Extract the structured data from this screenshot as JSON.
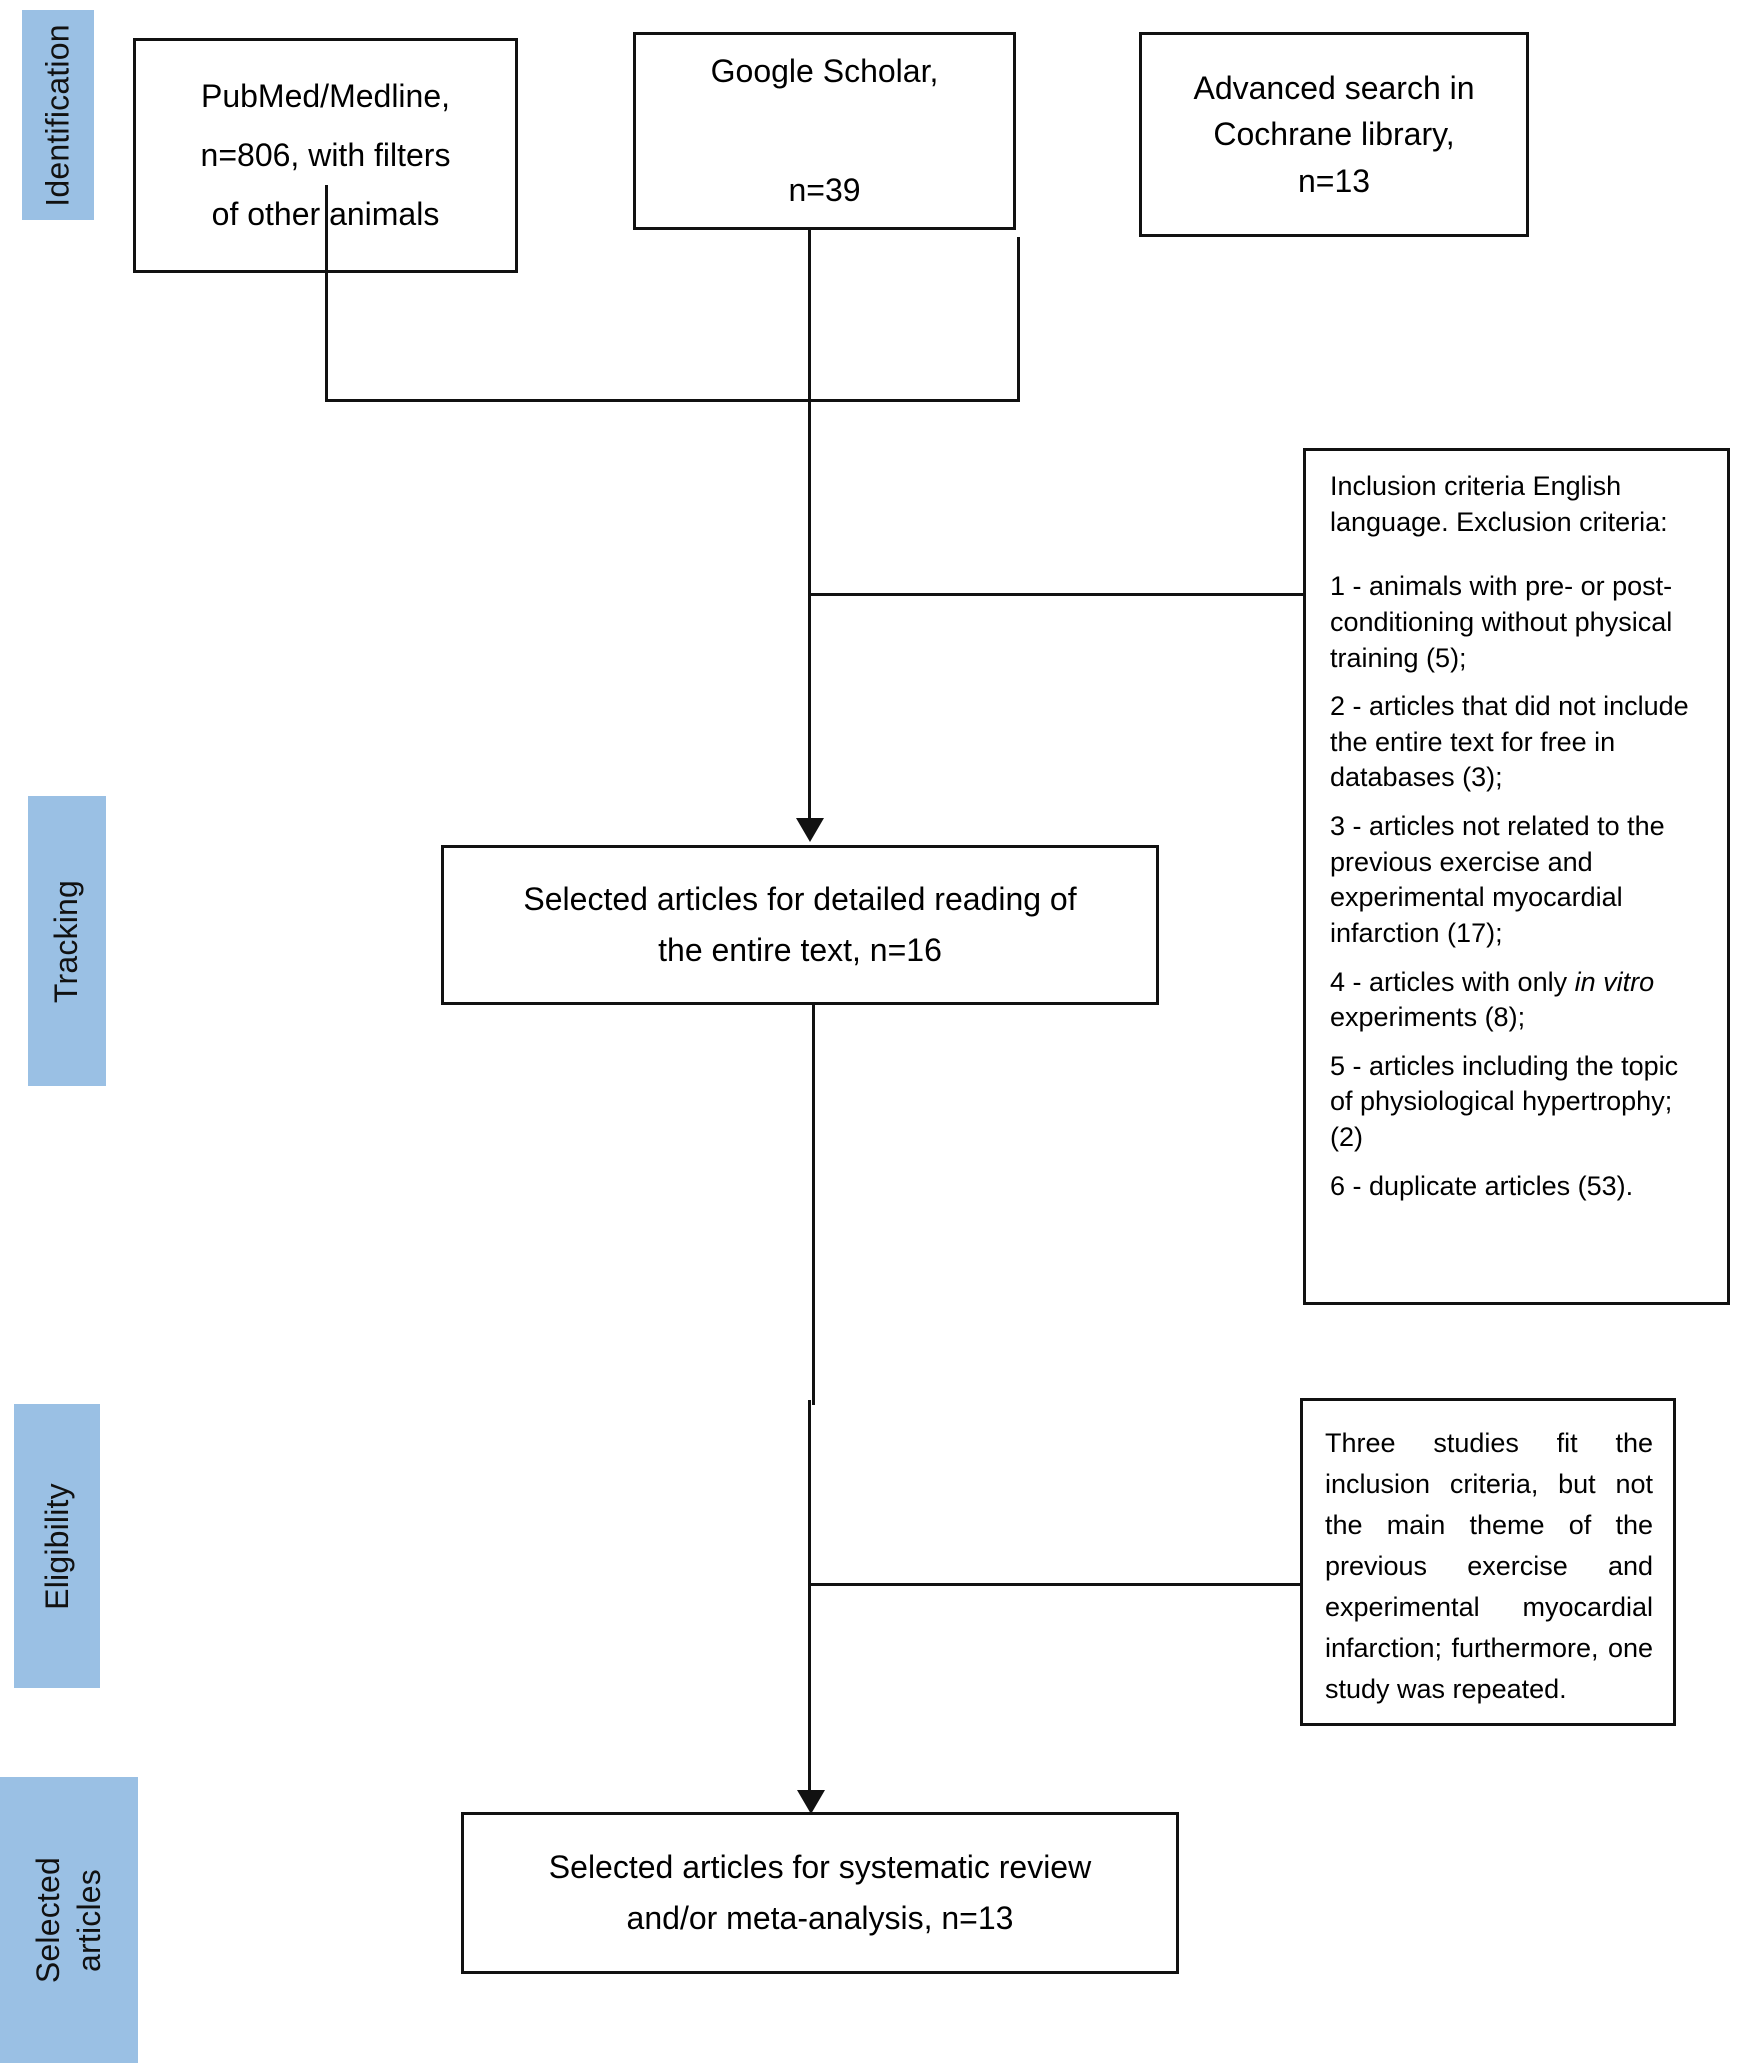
{
  "diagram": {
    "title": "PRISMA study selection flow diagram",
    "accent_color": "#9AC0E4",
    "line_color": "#111111",
    "stages": [
      {
        "id": "identification",
        "label": "Identification"
      },
      {
        "id": "tracking",
        "label": "Tracking"
      },
      {
        "id": "eligibility",
        "label": "Eligibility"
      },
      {
        "id": "selected-articles",
        "label_line1": "Selected",
        "label_line2": "articles"
      }
    ],
    "sources": [
      {
        "id": "pubmed",
        "line1": "PubMed/Medline,",
        "line2": "n=806, with filters",
        "line3": "of other animals"
      },
      {
        "id": "google-scholar",
        "line1": "Google Scholar,",
        "line2": "n=39"
      },
      {
        "id": "cochrane",
        "line1": "Advanced search in",
        "line2": "Cochrane library,",
        "line3": "n=13"
      }
    ],
    "screening_box": {
      "line1": "Selected articles for detailed reading of",
      "line2": "the entire text, n=16"
    },
    "criteria_box": {
      "heading": "Inclusion criteria English language. Exclusion criteria:",
      "items": [
        "1 - animals with pre- or post-conditioning without physical training (5);",
        "2 - articles that did not include the entire text for free in databases (3);",
        " 3 - articles not related to the previous exercise and experimental myocardial infarction (17);",
        "4 - articles with only in vitro experiments (8);",
        "5 - articles including the topic of physiological hypertrophy; (2)",
        " 6 - duplicate articles (53)."
      ],
      "item4_prefix": "4 - articles with only ",
      "item4_italic": "in vitro",
      "item4_suffix": " experiments (8);"
    },
    "eligibility_note": {
      "text": "Three studies fit the inclusion criteria, but not the main theme of the previous exercise and experimental myocardial infarction; furthermore, one study was repeated."
    },
    "final_box": {
      "line1": "Selected articles for systematic review",
      "line2": "and/or meta-analysis, n=13"
    }
  }
}
